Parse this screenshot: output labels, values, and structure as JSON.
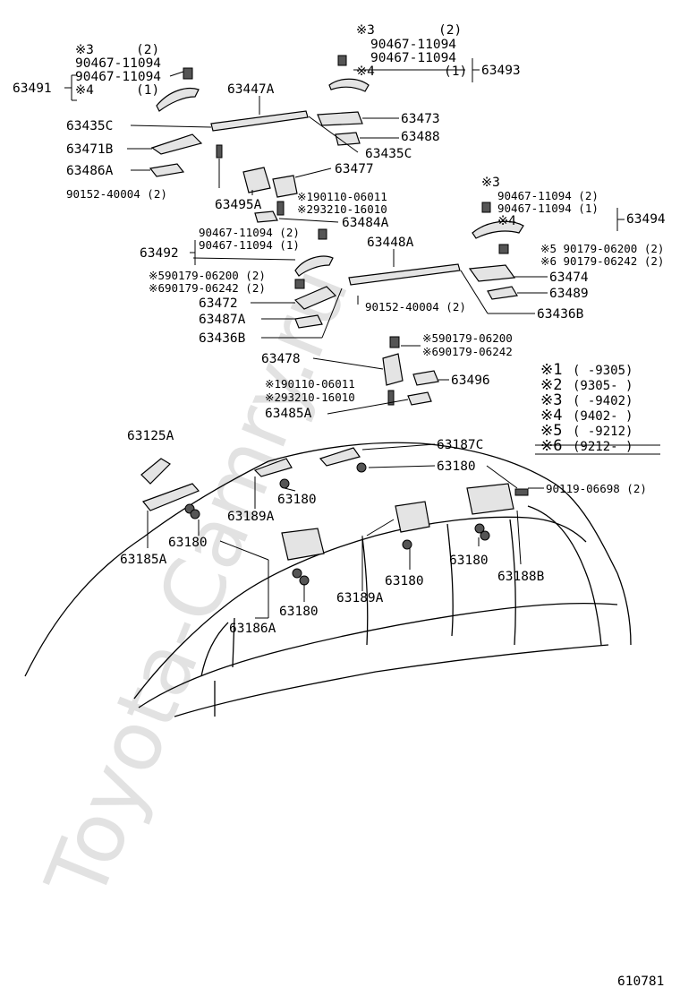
{
  "watermark": "Toyota-Camry.ru",
  "diagram_number": "610781",
  "legend": [
    {
      "mark": "※1",
      "range": "(      -9305)"
    },
    {
      "mark": "※2",
      "range": "(9305-      )"
    },
    {
      "mark": "※3",
      "range": "(      -9402)"
    },
    {
      "mark": "※4",
      "range": "(9402-      )"
    },
    {
      "mark": "※5",
      "range": "(      -9212)"
    },
    {
      "mark": "※6",
      "range": "(9212-      )"
    }
  ],
  "labels": {
    "p63491": "63491",
    "p63491_n1": "※3",
    "p63491_q1": "(2)",
    "p63491_b1": "90467-11094",
    "p63491_b2": "90467-11094",
    "p63491_n2": "※4",
    "p63491_q2": "(1)",
    "p63493": "63493",
    "p63493_n1": "※3",
    "p63493_q1": "(2)",
    "p63493_b1": "90467-11094",
    "p63493_b2": "90467-11094",
    "p63493_n2": "※4",
    "p63493_q2": "(1)",
    "p63447A": "63447A",
    "p63435C_a": "63435C",
    "p63471B": "63471B",
    "p63486A": "63486A",
    "p90152_a": "90152-40004 (2)",
    "p63473": "63473",
    "p63488": "63488",
    "p63435C_b": "63435C",
    "p63477": "63477",
    "p63495A": "63495A",
    "p90110_a": "※190110-06011",
    "p93210_a": "※293210-16010",
    "p63484A": "63484A",
    "p63494": "63494",
    "p63494_n1": "※3",
    "p63494_b1": "90467-11094 (2)",
    "p63494_b2": "90467-11094 (1)",
    "p63494_n2": "※4",
    "p63492": "63492",
    "p63492_b1": "90467-11094 (2)",
    "p63492_b2": "90467-11094 (1)",
    "p63448A": "63448A",
    "p90179_a1": "※5 90179-06200 (2)",
    "p90179_a2": "※6 90179-06242 (2)",
    "p63474": "63474",
    "p63489": "63489",
    "p63436B_a": "63436B",
    "p90179_b1": "※590179-06200 (2)",
    "p90179_b2": "※690179-06242 (2)",
    "p63472": "63472",
    "p63487A": "63487A",
    "p63436B_b": "63436B",
    "p90152_b": "90152-40004 (2)",
    "p90179_c1": "※590179-06200",
    "p90179_c2": "※690179-06242",
    "p63478": "63478",
    "p63496": "63496",
    "p90110_b": "※190110-06011",
    "p93210_b": "※293210-16010",
    "p63485A": "63485A",
    "p63125A": "63125A",
    "p63187C": "63187C",
    "p63180_a": "63180",
    "p63180_b": "63180",
    "p63180_c": "63180",
    "p63180_d": "63180",
    "p63180_e": "63180",
    "p63180_f": "63180",
    "p90119": "90119-06698 (2)",
    "p63189A_a": "63189A",
    "p63189A_b": "63189A",
    "p63185A": "63185A",
    "p63188B": "63188B",
    "p63186A": "63186A"
  }
}
